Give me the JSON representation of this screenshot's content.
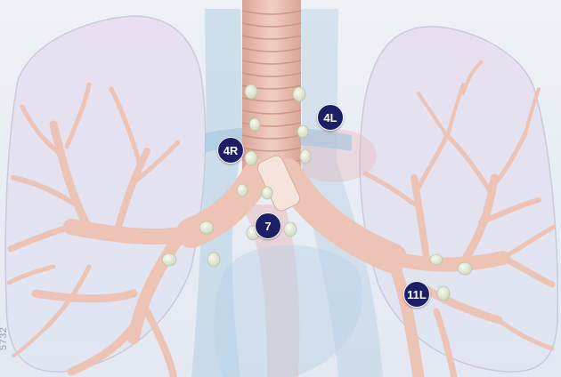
{
  "diagram": {
    "subject": "Bronchial tree with lymph node stations",
    "labels": {
      "station_4r": "4R",
      "station_4l": "4L",
      "station_7": "7",
      "station_11l": "11L"
    },
    "figure_code": "5732"
  },
  "colors": {
    "badge_fill": "#1d1f66",
    "badge_text": "#ffffff",
    "airway": "#ecc3b4",
    "lung": "#dbe3f0",
    "background": "#ffffff",
    "lymph_node": "#e6ecd8"
  }
}
